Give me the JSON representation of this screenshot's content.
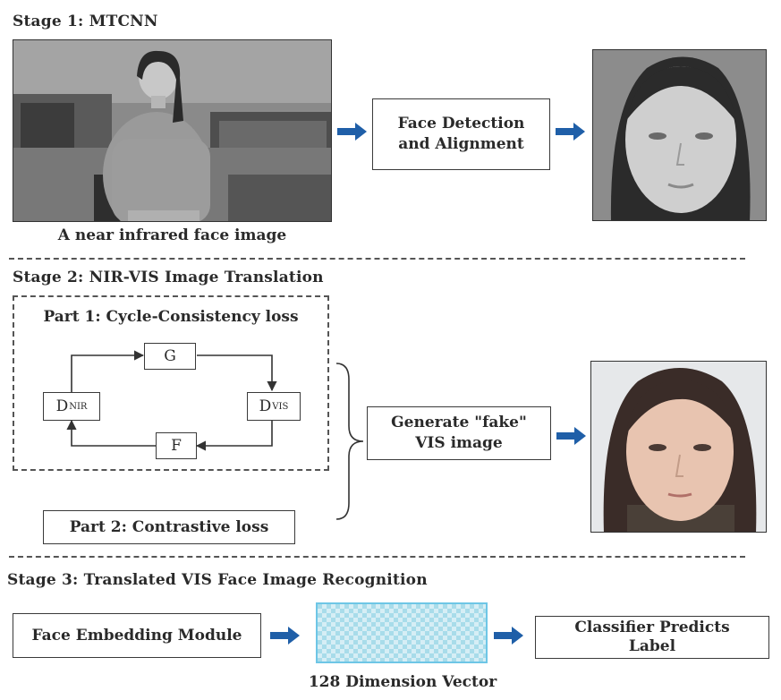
{
  "stage1": {
    "title": "Stage 1: MTCNN",
    "input_caption": "A near infrared face image",
    "process_line1": "Face Detection",
    "process_line2": "and Alignment"
  },
  "stage2": {
    "title": "Stage 2: NIR-VIS Image Translation",
    "part1_title": "Part 1: Cycle-Consistency loss",
    "node_g": "G",
    "node_f": "F",
    "node_dnir_main": "D",
    "node_dnir_sub": "NIR",
    "node_dvis_main": "D",
    "node_dvis_sub": "VIS",
    "part2_title": "Part 2: Contrastive loss",
    "generate_line1": "Generate \"fake\"",
    "generate_line2": "VIS image"
  },
  "stage3": {
    "title": "Stage 3: Translated VIS Face Image Recognition",
    "embedding_label": "Face Embedding Module",
    "vector_caption": "128 Dimension Vector",
    "classifier_line1": "Classifier Predicts",
    "classifier_line2": "Label"
  },
  "colors": {
    "arrow_blue": "#1f5fa8",
    "vector_fill": "#a8dcea",
    "vector_border": "#6ec6e6"
  }
}
